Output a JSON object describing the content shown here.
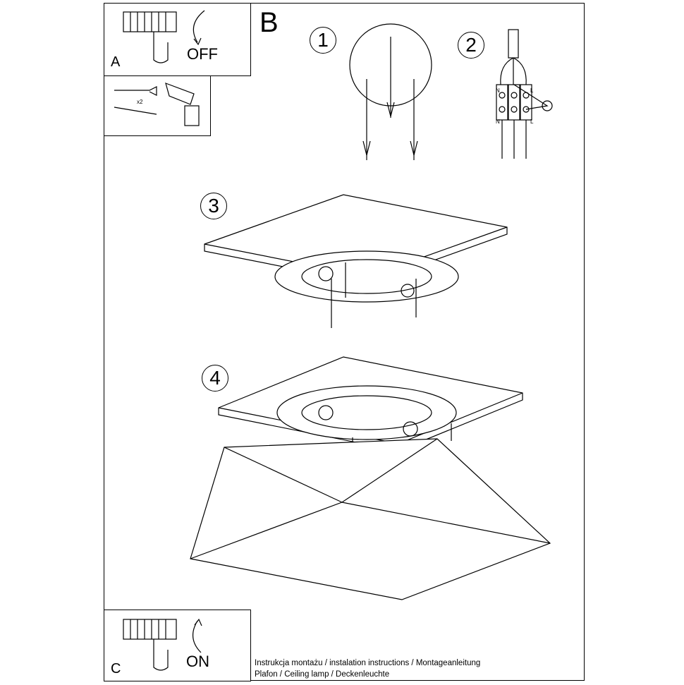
{
  "panels": {
    "a": {
      "label": "A",
      "action": "OFF"
    },
    "tools": {
      "quantity": "x2"
    },
    "b": {
      "label": "B"
    },
    "c": {
      "label": "C",
      "action": "ON"
    }
  },
  "steps": [
    "1",
    "2",
    "3",
    "4"
  ],
  "wiring": {
    "neutral": "N",
    "live": "L"
  },
  "footer": {
    "line1": "Instrukcja montażu / instalation instructions / Montageanleitung",
    "line2": "Plafon / Ceiling lamp / Deckenleuchte"
  }
}
